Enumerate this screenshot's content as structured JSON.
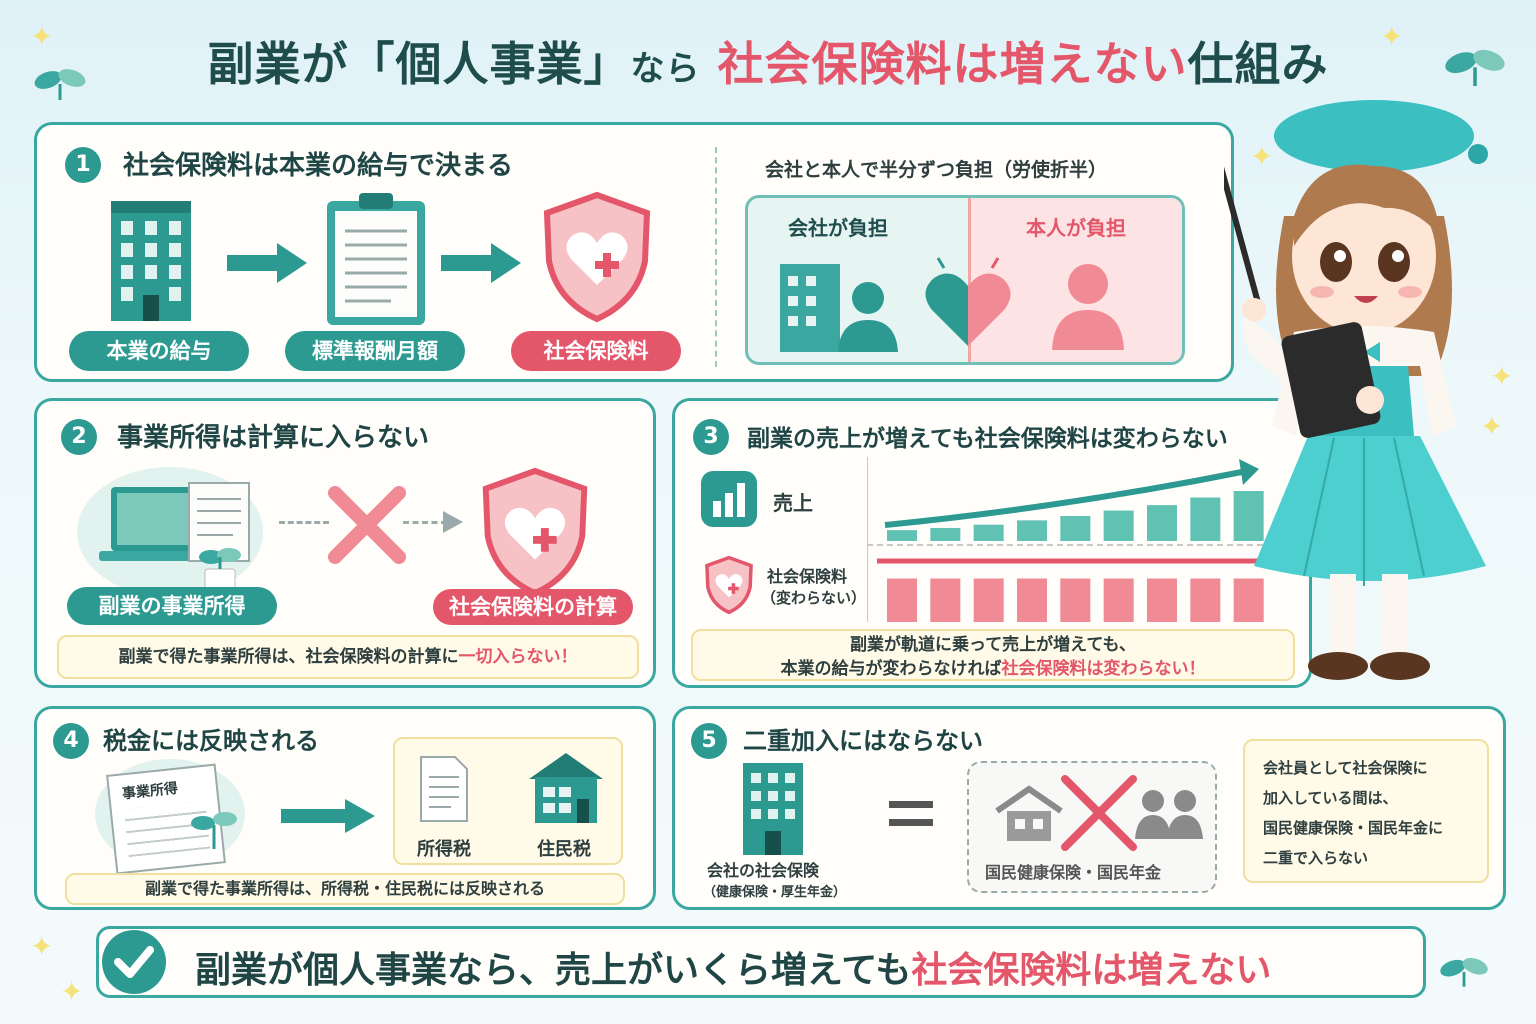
{
  "title": {
    "part1": "副業が「個人事業」",
    "part2": "なら",
    "part3": "社会保険料は増えない",
    "part4": "仕組み"
  },
  "panel1": {
    "number": "1",
    "heading": "社会保険料は本業の給与で決まる",
    "step1": "本業の給与",
    "step2": "標準報酬月額",
    "step3": "社会保険料",
    "split_heading": "会社と本人で半分ずつ負担（労使折半）",
    "company_label": "会社が負担",
    "self_label": "本人が負担"
  },
  "panel2": {
    "number": "2",
    "heading": "事業所得は計算に入らない",
    "left_label": "副業の事業所得",
    "right_label": "社会保険料の計算",
    "note_pre": "副業で得た事業所得は、社会保険料の計算に",
    "note_em": "一切入らない！"
  },
  "panel3": {
    "number": "3",
    "heading": "副業の売上が増えても社会保険料は変わらない",
    "sales_label": "売上",
    "ins_label1": "社会保険料",
    "ins_label2": "（変わらない）",
    "note_line1": "副業が軌道に乗って売上が増えても、",
    "note_line2_pre": "本業の給与が変わらなければ",
    "note_line2_em": "社会保険料は変わらない！"
  },
  "panel4": {
    "number": "4",
    "heading": "税金には反映される",
    "doc_label": "事業所得",
    "tax1": "所得税",
    "tax2": "住民税",
    "note": "副業で得た事業所得は、所得税・住民税には反映される"
  },
  "panel5": {
    "number": "5",
    "heading": "二重加入にはならない",
    "company_label1": "会社の社会保険",
    "company_label2": "（健康保険・厚生年金）",
    "national_label": "国民健康保険・国民年金",
    "side_note": [
      "会社員として社会保険に",
      "加入している間は、",
      "国民健康保険・国民年金に",
      "二重で入らない"
    ]
  },
  "summary": {
    "pre": "副業が個人事業なら、売上がいくら増えても",
    "em": "社会保険料は増えない"
  },
  "chart_data": {
    "type": "bar",
    "categories": [
      "",
      "",
      "",
      "",
      "",
      "",
      "",
      "",
      ""
    ],
    "series": [
      {
        "name": "売上",
        "values": [
          1,
          1.2,
          1.5,
          1.9,
          2.3,
          2.8,
          3.3,
          4.0,
          4.6
        ]
      },
      {
        "name": "社会保険料",
        "values": [
          3,
          3,
          3,
          3,
          3,
          3,
          3,
          3,
          3
        ]
      }
    ]
  },
  "colors": {
    "teal": "#2d9a92",
    "pink": "#e4566a",
    "accent_border": "#3aa8a1"
  }
}
